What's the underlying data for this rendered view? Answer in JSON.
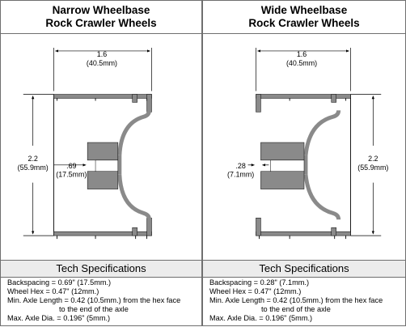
{
  "left": {
    "title_line1": "Narrow Wheelbase",
    "title_line2": "Rock Crawler Wheels",
    "width_label": "1.6",
    "width_label_mm": "(40.5mm)",
    "height_label": "2.2",
    "height_label_mm": "(55.9mm)",
    "backspace_label": ".69",
    "backspace_label_mm": "(17.5mm)",
    "spec_header": "Tech Specifications",
    "specs": {
      "backspacing": "Backspacing = 0.69\" (17.5mm.)",
      "wheel_hex": "Wheel Hex = 0.47\" (12mm.)",
      "axle_length_1": "Min. Axle Length = 0.42 (10.5mm.) from the hex face",
      "axle_length_2": "to the end of the axle",
      "axle_dia": "Max. Axle Dia. = 0.196\" (5mm.)"
    }
  },
  "right": {
    "title_line1": "Wide Wheelbase",
    "title_line2": "Rock Crawler Wheels",
    "width_label": "1.6",
    "width_label_mm": "(40.5mm)",
    "height_label": "2.2",
    "height_label_mm": "(55.9mm)",
    "backspace_label": ".28",
    "backspace_label_mm": "(7.1mm)",
    "spec_header": "Tech Specifications",
    "specs": {
      "backspacing": "Backspacing = 0.28\" (7.1mm.)",
      "wheel_hex": "Wheel Hex = 0.47\" (12mm.)",
      "axle_length_1": "Min. Axle Length = 0.42 (10.5mm.) from the hex face",
      "axle_length_2": "to the end of the axle",
      "axle_dia": "Max. Axle Dia. = 0.196\" (5mm.)"
    }
  },
  "colors": {
    "wheel_gray": "#8a8a8a",
    "line": "#000000",
    "border": "#6f6f6f",
    "header_bg": "#ececec"
  }
}
